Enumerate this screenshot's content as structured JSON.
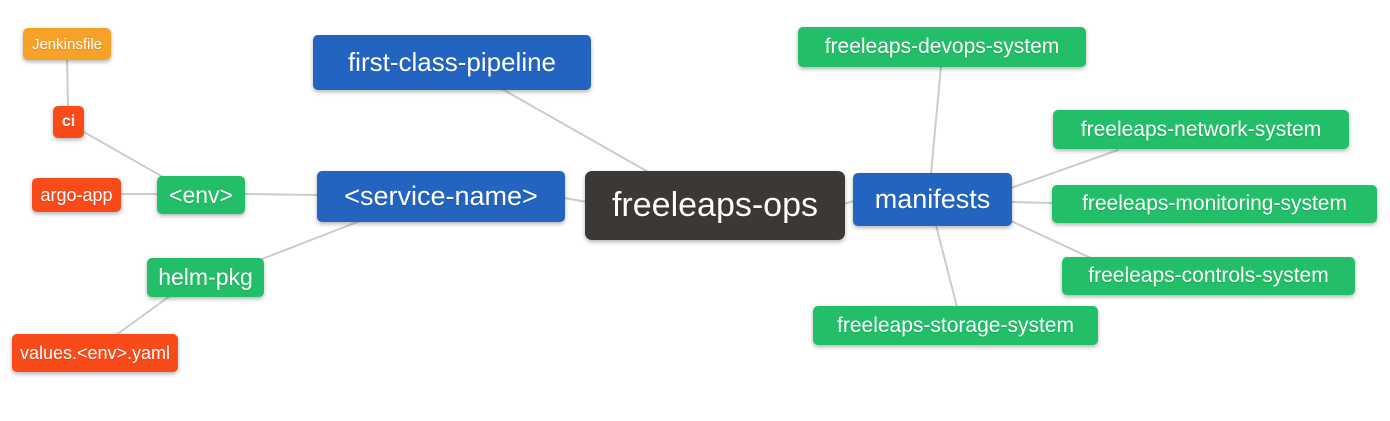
{
  "diagram": {
    "type": "mindmap",
    "root": "freeleaps-ops"
  },
  "palette": {
    "orange": "#f7a128",
    "red": "#f94b19",
    "green": "#23be68",
    "blue": "#2264c0",
    "dark": "#3b3835",
    "edge_line": "#cccccc",
    "node_text": "#ffffff",
    "background": "#ffffff"
  },
  "nodes": {
    "jenkinsfile": {
      "label": "Jenkinsfile",
      "color": "orange"
    },
    "ci": {
      "label": "ci",
      "color": "red"
    },
    "argo_app": {
      "label": "argo-app",
      "color": "red"
    },
    "env": {
      "label": "<env>",
      "color": "green"
    },
    "helm_pkg": {
      "label": "helm-pkg",
      "color": "green"
    },
    "values_env_yaml": {
      "label": "values.<env>.yaml",
      "color": "red"
    },
    "first_class_pipeline": {
      "label": "first-class-pipeline",
      "color": "blue"
    },
    "service_name": {
      "label": "<service-name>",
      "color": "blue"
    },
    "freeleaps_ops": {
      "label": "freeleaps-ops",
      "color": "dark"
    },
    "manifests": {
      "label": "manifests",
      "color": "blue"
    },
    "devops_system": {
      "label": "freeleaps-devops-system",
      "color": "green"
    },
    "network_system": {
      "label": "freeleaps-network-system",
      "color": "green"
    },
    "monitoring_system": {
      "label": "freeleaps-monitoring-system",
      "color": "green"
    },
    "controls_system": {
      "label": "freeleaps-controls-system",
      "color": "green"
    },
    "storage_system": {
      "label": "freeleaps-storage-system",
      "color": "green"
    }
  },
  "edges": [
    {
      "from": "Jenkinsfile",
      "to": "ci"
    },
    {
      "from": "ci",
      "to": "<env>"
    },
    {
      "from": "argo-app",
      "to": "<env>"
    },
    {
      "from": "<env>",
      "to": "<service-name>"
    },
    {
      "from": "helm-pkg",
      "to": "<service-name>"
    },
    {
      "from": "values.<env>.yaml",
      "to": "helm-pkg"
    },
    {
      "from": "first-class-pipeline",
      "to": "freeleaps-ops"
    },
    {
      "from": "<service-name>",
      "to": "freeleaps-ops"
    },
    {
      "from": "freeleaps-ops",
      "to": "manifests"
    },
    {
      "from": "manifests",
      "to": "freeleaps-devops-system"
    },
    {
      "from": "manifests",
      "to": "freeleaps-network-system"
    },
    {
      "from": "manifests",
      "to": "freeleaps-monitoring-system"
    },
    {
      "from": "manifests",
      "to": "freeleaps-controls-system"
    },
    {
      "from": "manifests",
      "to": "freeleaps-storage-system"
    }
  ]
}
